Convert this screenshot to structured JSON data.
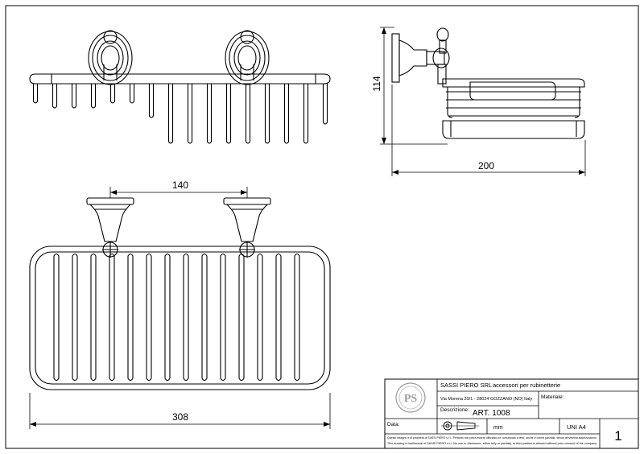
{
  "dimensions": {
    "width_mm": "308",
    "depth_mm": "200",
    "height_mm": "114",
    "fixing_distance_mm": "140"
  },
  "title_block": {
    "company": "SASSI PIERO SRL",
    "company_tagline": "accessori per rubinetterie",
    "address": "Via Morena 20/1 - 28024 GOZZANO (NO) Italy",
    "material_label": "Materiale:",
    "description_label": "Descrizione:",
    "article": "ART. 1008",
    "date_label": "Data:",
    "units": "mm",
    "format": "UNI A4",
    "sheet_number": "1",
    "disclaimer_it": "Questo disegno è di proprietà di SASSI PIERO s.r.l.. Pertanto non potrà essere utilizzato,né comunicato a terzi, anche in forma parziale, senza preventiva autorizzazione.",
    "disclaimer_en": "This drawing is intellectual of SASSI PIERO s.r.l. No use or disclosure, either fully or partially, to third parties is allowed without prior consent of the company.",
    "logo_letters": "PS"
  }
}
